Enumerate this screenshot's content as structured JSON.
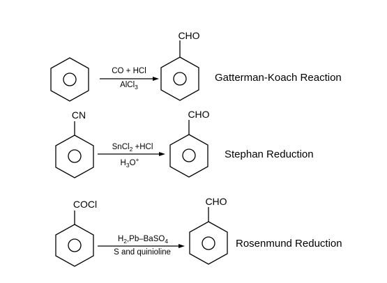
{
  "reactions": [
    {
      "reagent_top": [
        "CO + HCl"
      ],
      "reagent_bottom": [
        "AlCl",
        {
          "sub": "3"
        }
      ],
      "product_group": "CHO",
      "name": "Gatterman-Koach Reaction"
    },
    {
      "reactant_group": "CN",
      "reagent_top": [
        "SnCl",
        {
          "sub": "2"
        },
        " +HCl"
      ],
      "reagent_bottom": [
        "H",
        {
          "sub": "3"
        },
        "O",
        {
          "sup": "+"
        }
      ],
      "product_group": "CHO",
      "name": "Stephan Reduction"
    },
    {
      "reactant_group": "COCl",
      "reagent_top": [
        "H",
        {
          "sub": "2"
        },
        ",Pb–BaSO",
        {
          "sub": "4"
        }
      ],
      "reagent_bottom": [
        "S and quinioline"
      ],
      "product_group": "CHO",
      "name": "Rosenmund Reduction"
    }
  ],
  "colors": {
    "ink": "#000000",
    "background": "#ffffff"
  }
}
